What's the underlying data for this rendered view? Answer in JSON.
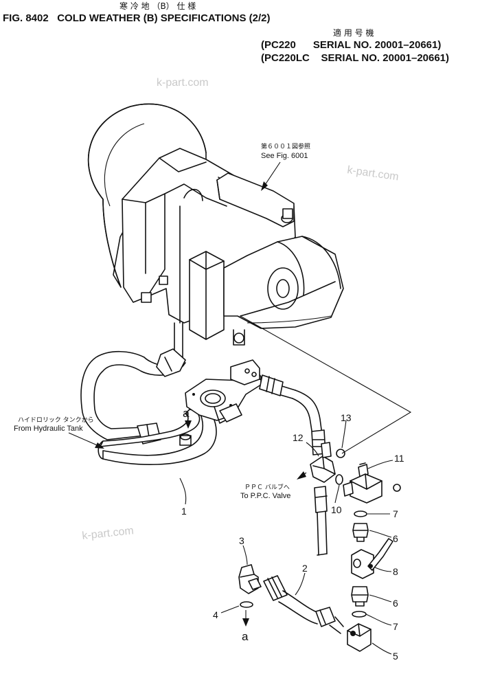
{
  "header": {
    "jp_title": "寒 冷 地 （B） 仕 様",
    "title": "FIG. 8402   COLD WEATHER (B) SPECIFICATIONS (2/2)",
    "applicable_jp": "適 用 号 機",
    "serial_lines": [
      "(PC220      SERIAL NO. 20001–20661)",
      "(PC220LC    SERIAL NO. 20001–20661)"
    ]
  },
  "watermarks": [
    "k-part.com",
    "k-part.com",
    "k-part.com"
  ],
  "notes": {
    "see_fig_jp": "第６００１図参照",
    "see_fig": "See Fig. 6001",
    "tank_jp": "ハイドロリック タンクから",
    "tank": "From Hydraulic Tank",
    "ppc_jp": "ＰＰＣ バルブへ",
    "ppc": "To P.P.C. Valve"
  },
  "callouts": [
    "1",
    "2",
    "3",
    "4",
    "5",
    "6",
    "6",
    "7",
    "7",
    "8",
    "10",
    "11",
    "12",
    "13"
  ],
  "connector_labels": [
    "a",
    "a"
  ]
}
